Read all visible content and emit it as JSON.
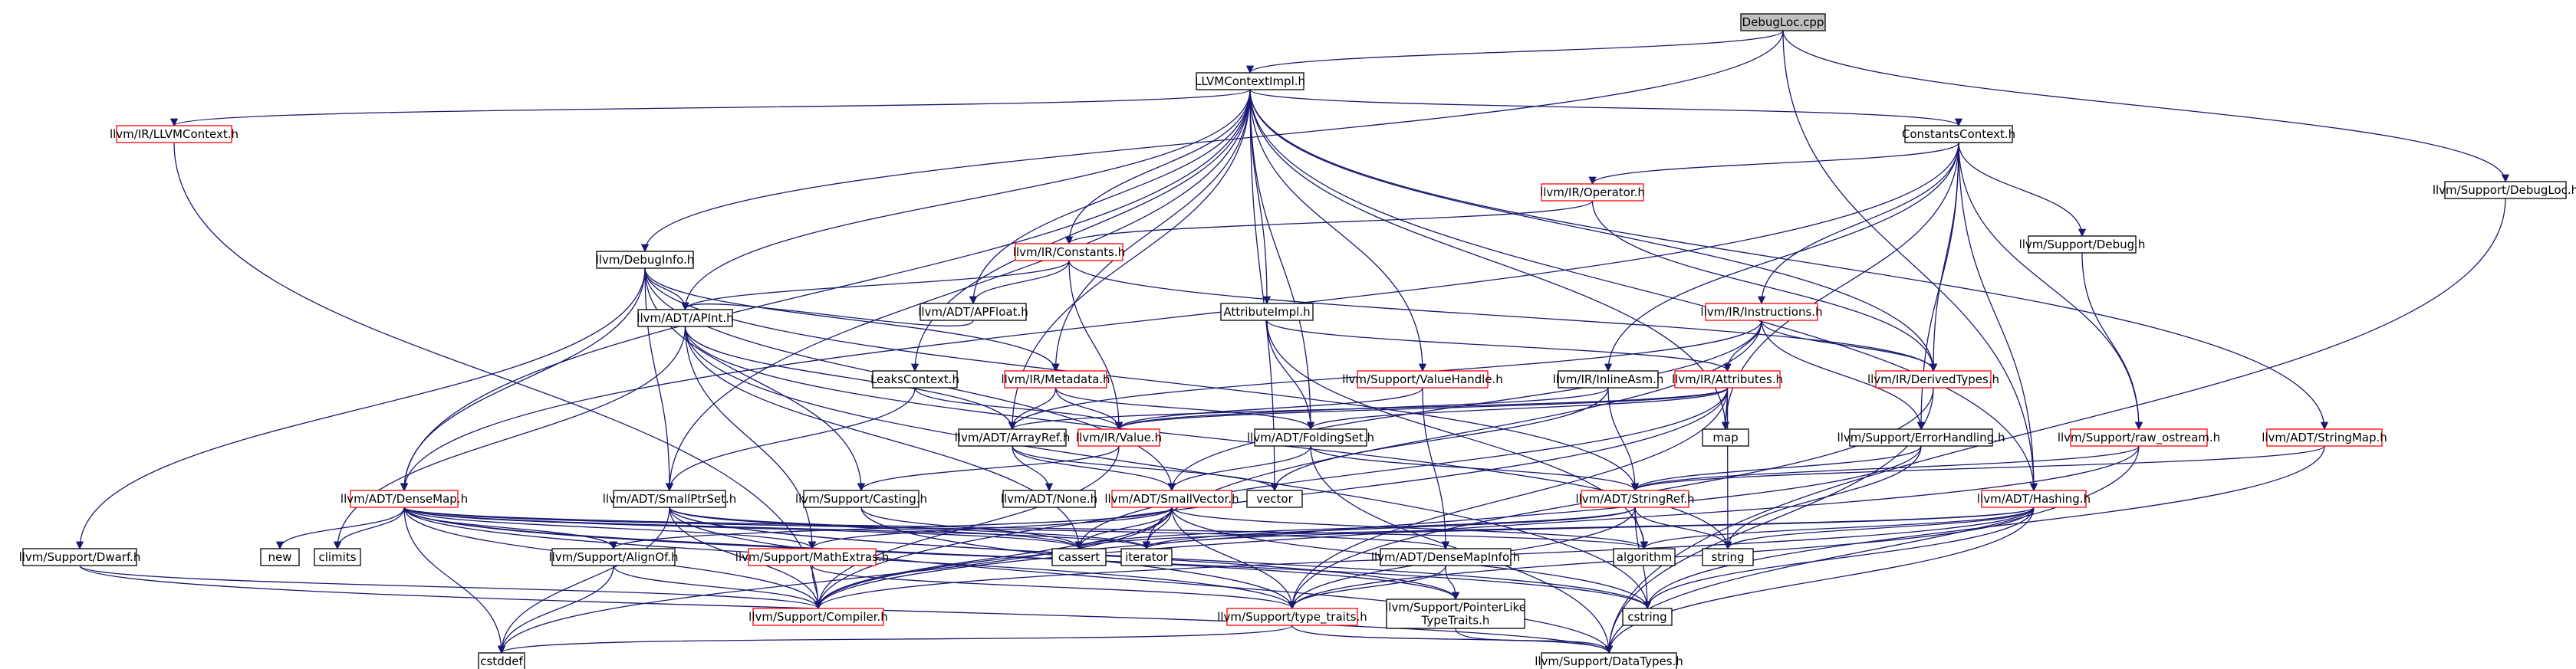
{
  "graph": {
    "title": "DebugLoc.cpp",
    "colors": {
      "edge": "#191970",
      "node_fill": "#ffffff",
      "node_border": "#000000",
      "node_border_incomplete": "#ff0000",
      "root_fill": "#bfbfbf",
      "label": "#000000"
    },
    "nodes": [
      {
        "id": "root",
        "label": "DebugLoc.cpp",
        "style": "root"
      },
      {
        "id": "llvmctximpl",
        "label": "LLVMContextImpl.h",
        "style": "normal"
      },
      {
        "id": "debuginfo",
        "label": "llvm/DebugInfo.h",
        "style": "normal"
      },
      {
        "id": "supdebugloc",
        "label": "llvm/Support/DebugLoc.h",
        "style": "normal"
      },
      {
        "id": "llvmcontext",
        "label": "llvm/IR/LLVMContext.h",
        "style": "incomplete"
      },
      {
        "id": "constantsctx",
        "label": "ConstantsContext.h",
        "style": "normal"
      },
      {
        "id": "operator",
        "label": "llvm/IR/Operator.h",
        "style": "incomplete"
      },
      {
        "id": "constants",
        "label": "llvm/IR/Constants.h",
        "style": "incomplete"
      },
      {
        "id": "apfloat",
        "label": "llvm/ADT/APFloat.h",
        "style": "normal"
      },
      {
        "id": "attrimpl",
        "label": "AttributeImpl.h",
        "style": "normal"
      },
      {
        "id": "supdebug",
        "label": "llvm/Support/Debug.h",
        "style": "normal"
      },
      {
        "id": "instructions",
        "label": "llvm/IR/Instructions.h",
        "style": "incomplete"
      },
      {
        "id": "apint",
        "label": "llvm/ADT/APInt.h",
        "style": "normal"
      },
      {
        "id": "leaksctx",
        "label": "LeaksContext.h",
        "style": "normal"
      },
      {
        "id": "metadata",
        "label": "llvm/IR/Metadata.h",
        "style": "incomplete"
      },
      {
        "id": "valuehandle",
        "label": "llvm/Support/ValueHandle.h",
        "style": "incomplete"
      },
      {
        "id": "inlineasm",
        "label": "llvm/IR/InlineAsm.h",
        "style": "normal"
      },
      {
        "id": "attributes",
        "label": "llvm/IR/Attributes.h",
        "style": "incomplete"
      },
      {
        "id": "derivedtypes",
        "label": "llvm/IR/DerivedTypes.h",
        "style": "incomplete"
      },
      {
        "id": "arrayref",
        "label": "llvm/ADT/ArrayRef.h",
        "style": "normal"
      },
      {
        "id": "value",
        "label": "llvm/IR/Value.h",
        "style": "incomplete"
      },
      {
        "id": "foldingset",
        "label": "llvm/ADT/FoldingSet.h",
        "style": "normal"
      },
      {
        "id": "map",
        "label": "map",
        "style": "normal"
      },
      {
        "id": "errorhandling",
        "label": "llvm/Support/ErrorHandling.h",
        "style": "normal"
      },
      {
        "id": "rawostream",
        "label": "llvm/Support/raw_ostream.h",
        "style": "incomplete"
      },
      {
        "id": "stringmap",
        "label": "llvm/ADT/StringMap.h",
        "style": "incomplete"
      },
      {
        "id": "densemap",
        "label": "llvm/ADT/DenseMap.h",
        "style": "incomplete"
      },
      {
        "id": "smallptrset",
        "label": "llvm/ADT/SmallPtrSet.h",
        "style": "normal"
      },
      {
        "id": "casting",
        "label": "llvm/Support/Casting.h",
        "style": "normal"
      },
      {
        "id": "none",
        "label": "llvm/ADT/None.h",
        "style": "normal"
      },
      {
        "id": "smallvector",
        "label": "llvm/ADT/SmallVector.h",
        "style": "incomplete"
      },
      {
        "id": "vector",
        "label": "vector",
        "style": "normal"
      },
      {
        "id": "stringref",
        "label": "llvm/ADT/StringRef.h",
        "style": "incomplete"
      },
      {
        "id": "hashing",
        "label": "llvm/ADT/Hashing.h",
        "style": "incomplete"
      },
      {
        "id": "dwarf",
        "label": "llvm/Support/Dwarf.h",
        "style": "normal"
      },
      {
        "id": "new",
        "label": "new",
        "style": "normal"
      },
      {
        "id": "climits",
        "label": "climits",
        "style": "normal"
      },
      {
        "id": "alignof",
        "label": "llvm/Support/AlignOf.h",
        "style": "normal"
      },
      {
        "id": "mathextras",
        "label": "llvm/Support/MathExtras.h",
        "style": "incomplete"
      },
      {
        "id": "cassert",
        "label": "cassert",
        "style": "normal"
      },
      {
        "id": "iterator",
        "label": "iterator",
        "style": "normal"
      },
      {
        "id": "densemapinfo",
        "label": "llvm/ADT/DenseMapInfo.h",
        "style": "normal"
      },
      {
        "id": "algorithm",
        "label": "algorithm",
        "style": "normal"
      },
      {
        "id": "string",
        "label": "string",
        "style": "normal"
      },
      {
        "id": "compiler",
        "label": "llvm/Support/Compiler.h",
        "style": "incomplete"
      },
      {
        "id": "typetraits",
        "label": "llvm/Support/type_traits.h",
        "style": "incomplete"
      },
      {
        "id": "ptrliketraits",
        "label": "llvm/Support/PointerLike\nTypeTraits.h",
        "style": "normal"
      },
      {
        "id": "cstring",
        "label": "cstring",
        "style": "normal"
      },
      {
        "id": "cstddef",
        "label": "cstddef",
        "style": "normal"
      },
      {
        "id": "datatypes",
        "label": "llvm/Support/DataTypes.h",
        "style": "normal"
      }
    ],
    "edges": [
      [
        "root",
        "llvmctximpl"
      ],
      [
        "root",
        "debuginfo"
      ],
      [
        "root",
        "supdebugloc"
      ],
      [
        "root",
        "hashing"
      ],
      [
        "supdebugloc",
        "datatypes"
      ],
      [
        "llvmctximpl",
        "llvmcontext"
      ],
      [
        "llvmctximpl",
        "constantsctx"
      ],
      [
        "llvmctximpl",
        "constants"
      ],
      [
        "llvmctximpl",
        "apfloat"
      ],
      [
        "llvmctximpl",
        "attrimpl"
      ],
      [
        "llvmctximpl",
        "apint"
      ],
      [
        "llvmctximpl",
        "leaksctx"
      ],
      [
        "llvmctximpl",
        "metadata"
      ],
      [
        "llvmctximpl",
        "valuehandle"
      ],
      [
        "llvmctximpl",
        "derivedtypes"
      ],
      [
        "llvmctximpl",
        "arrayref"
      ],
      [
        "llvmctximpl",
        "foldingset"
      ],
      [
        "llvmctximpl",
        "map"
      ],
      [
        "llvmctximpl",
        "stringmap"
      ],
      [
        "llvmctximpl",
        "densemap"
      ],
      [
        "llvmctximpl",
        "hashing"
      ],
      [
        "llvmctximpl",
        "smallptrset"
      ],
      [
        "llvmctximpl",
        "vector"
      ],
      [
        "llvmcontext",
        "compiler"
      ],
      [
        "constantsctx",
        "operator"
      ],
      [
        "constantsctx",
        "instructions"
      ],
      [
        "constantsctx",
        "inlineasm"
      ],
      [
        "constantsctx",
        "derivedtypes"
      ],
      [
        "constantsctx",
        "supdebug"
      ],
      [
        "constantsctx",
        "errorhandling"
      ],
      [
        "constantsctx",
        "rawostream"
      ],
      [
        "constantsctx",
        "map"
      ],
      [
        "constantsctx",
        "hashing"
      ],
      [
        "constantsctx",
        "densemap"
      ],
      [
        "operator",
        "constants"
      ],
      [
        "operator",
        "derivedtypes"
      ],
      [
        "constants",
        "apfloat"
      ],
      [
        "constants",
        "apint"
      ],
      [
        "constants",
        "derivedtypes"
      ],
      [
        "constants",
        "value"
      ],
      [
        "apfloat",
        "apint"
      ],
      [
        "attrimpl",
        "attributes"
      ],
      [
        "attrimpl",
        "foldingset"
      ],
      [
        "attrimpl",
        "algorithm"
      ],
      [
        "supdebug",
        "rawostream"
      ],
      [
        "instructions",
        "derivedtypes"
      ],
      [
        "instructions",
        "attributes"
      ],
      [
        "instructions",
        "arrayref"
      ],
      [
        "instructions",
        "errorhandling"
      ],
      [
        "instructions",
        "smallvector"
      ],
      [
        "instructions",
        "iterator"
      ],
      [
        "debuginfo",
        "metadata"
      ],
      [
        "debuginfo",
        "densemap"
      ],
      [
        "debuginfo",
        "smallptrset"
      ],
      [
        "debuginfo",
        "smallvector"
      ],
      [
        "debuginfo",
        "dwarf"
      ],
      [
        "debuginfo",
        "casting"
      ],
      [
        "debuginfo",
        "stringref"
      ],
      [
        "debuginfo",
        "apint"
      ],
      [
        "apint",
        "arrayref"
      ],
      [
        "apint",
        "mathextras"
      ],
      [
        "apint",
        "climits"
      ],
      [
        "apint",
        "cstring"
      ],
      [
        "apint",
        "string"
      ],
      [
        "apint",
        "cassert"
      ],
      [
        "leaksctx",
        "smallptrset"
      ],
      [
        "leaksctx",
        "value"
      ],
      [
        "metadata",
        "arrayref"
      ],
      [
        "metadata",
        "value"
      ],
      [
        "metadata",
        "foldingset"
      ],
      [
        "valuehandle",
        "value"
      ],
      [
        "valuehandle",
        "densemapinfo"
      ],
      [
        "inlineasm",
        "value"
      ],
      [
        "inlineasm",
        "stringref"
      ],
      [
        "inlineasm",
        "vector"
      ],
      [
        "attributes",
        "arrayref"
      ],
      [
        "attributes",
        "foldingset"
      ],
      [
        "attributes",
        "map"
      ],
      [
        "attributes",
        "string"
      ],
      [
        "attributes",
        "cassert"
      ],
      [
        "attributes",
        "typetraits"
      ],
      [
        "attributes",
        "value"
      ],
      [
        "attributes",
        "compiler"
      ],
      [
        "derivedtypes",
        "typetraits"
      ],
      [
        "derivedtypes",
        "datatypes"
      ],
      [
        "arrayref",
        "none"
      ],
      [
        "arrayref",
        "smallvector"
      ],
      [
        "arrayref",
        "vector"
      ],
      [
        "value",
        "casting"
      ],
      [
        "value",
        "compiler"
      ],
      [
        "foldingset",
        "smallvector"
      ],
      [
        "foldingset",
        "stringref"
      ],
      [
        "foldingset",
        "datatypes"
      ],
      [
        "errorhandling",
        "stringref"
      ],
      [
        "errorhandling",
        "compiler"
      ],
      [
        "errorhandling",
        "string"
      ],
      [
        "rawostream",
        "stringref"
      ],
      [
        "rawostream",
        "compiler"
      ],
      [
        "rawostream",
        "datatypes"
      ],
      [
        "stringmap",
        "stringref"
      ],
      [
        "stringmap",
        "cstring"
      ],
      [
        "densemap",
        "alignof"
      ],
      [
        "densemap",
        "mathextras"
      ],
      [
        "densemap",
        "typetraits"
      ],
      [
        "densemap",
        "densemapinfo"
      ],
      [
        "densemap",
        "algorithm"
      ],
      [
        "densemap",
        "cassert"
      ],
      [
        "densemap",
        "climits"
      ],
      [
        "densemap",
        "cstddef"
      ],
      [
        "densemap",
        "cstring"
      ],
      [
        "densemap",
        "iterator"
      ],
      [
        "densemap",
        "new"
      ],
      [
        "densemap",
        "compiler"
      ],
      [
        "densemap",
        "ptrliketraits"
      ],
      [
        "smallptrset",
        "compiler"
      ],
      [
        "smallptrset",
        "datatypes"
      ],
      [
        "smallptrset",
        "ptrliketraits"
      ],
      [
        "smallptrset",
        "cassert"
      ],
      [
        "smallptrset",
        "cstddef"
      ],
      [
        "smallptrset",
        "cstring"
      ],
      [
        "smallptrset",
        "iterator"
      ],
      [
        "casting",
        "typetraits"
      ],
      [
        "casting",
        "cassert"
      ],
      [
        "smallvector",
        "alignof"
      ],
      [
        "smallvector",
        "compiler"
      ],
      [
        "smallvector",
        "mathextras"
      ],
      [
        "smallvector",
        "typetraits"
      ],
      [
        "smallvector",
        "algorithm"
      ],
      [
        "smallvector",
        "cassert"
      ],
      [
        "smallvector",
        "cstddef"
      ],
      [
        "smallvector",
        "cstring"
      ],
      [
        "smallvector",
        "iterator"
      ],
      [
        "stringref",
        "typetraits"
      ],
      [
        "stringref",
        "algorithm"
      ],
      [
        "stringref",
        "cassert"
      ],
      [
        "stringref",
        "cstring"
      ],
      [
        "stringref",
        "string"
      ],
      [
        "stringref",
        "iterator"
      ],
      [
        "hashing",
        "typetraits"
      ],
      [
        "hashing",
        "compiler"
      ],
      [
        "hashing",
        "datatypes"
      ],
      [
        "hashing",
        "algorithm"
      ],
      [
        "hashing",
        "cassert"
      ],
      [
        "hashing",
        "cstring"
      ],
      [
        "hashing",
        "string"
      ],
      [
        "hashing",
        "iterator"
      ],
      [
        "dwarf",
        "compiler"
      ],
      [
        "dwarf",
        "datatypes"
      ],
      [
        "alignof",
        "compiler"
      ],
      [
        "alignof",
        "cstddef"
      ],
      [
        "mathextras",
        "compiler"
      ],
      [
        "mathextras",
        "typetraits"
      ],
      [
        "densemapinfo",
        "ptrliketraits"
      ],
      [
        "densemapinfo",
        "typetraits"
      ],
      [
        "typetraits",
        "datatypes"
      ],
      [
        "typetraits",
        "cstddef"
      ],
      [
        "ptrliketraits",
        "datatypes"
      ]
    ]
  }
}
